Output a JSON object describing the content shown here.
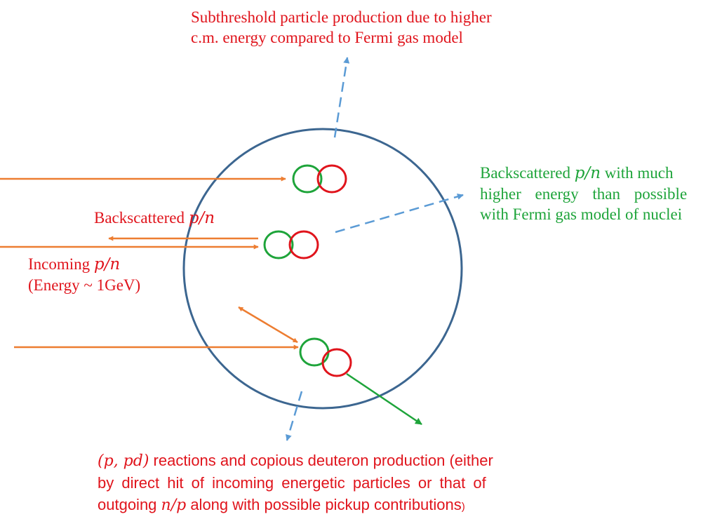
{
  "colors": {
    "nucleus": "#3c6690",
    "arrow_orange": "#ed7d31",
    "dashed_blue": "#5b9bd5",
    "nucleon_green": "#1ea43a",
    "nucleon_red": "#e0141c",
    "text_red": "#e0141c",
    "text_green": "#1ea43a"
  },
  "labels": {
    "subthreshold": {
      "line1": "Subthreshold particle production due to higher",
      "line2": "c.m. energy compared to Fermi gas model"
    },
    "backscattered_high": {
      "line1_prefix": "Backscattered ",
      "math": "p/n",
      "line1_suffix": " with much",
      "line2": "higher energy than possible",
      "line3": "with Fermi gas model of nuclei"
    },
    "backscattered": {
      "prefix": "Backscattered ",
      "math": "p/n"
    },
    "incoming": {
      "prefix": "Incoming ",
      "math": "p/n",
      "line2": "(Energy ~ 1GeV)"
    },
    "reactions": {
      "math1": "(p, pd)",
      "line1_rest": " reactions and copious deuteron production (either",
      "line2": "by direct hit of incoming energetic particles or that of",
      "line3_prefix": "outgoing ",
      "math2": "n/p",
      "line3_rest": " along with possible pickup contributions",
      "line3_close": ")"
    }
  }
}
